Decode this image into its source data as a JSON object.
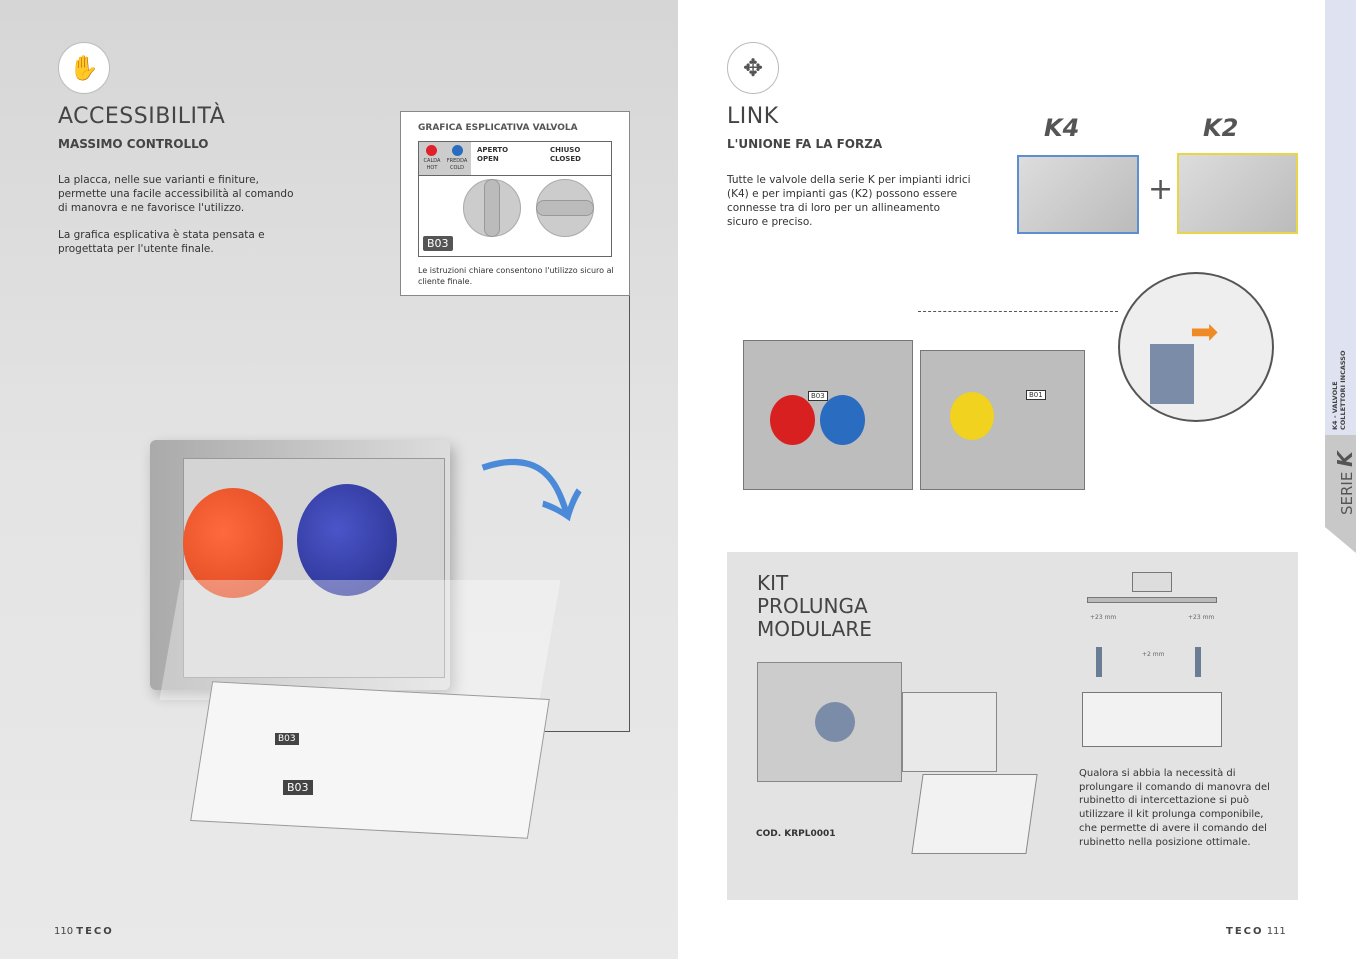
{
  "left": {
    "icon": "hand-touch-icon",
    "title": "ACCESSIBILITÀ",
    "subtitle": "MASSIMO CONTROLLO",
    "para1": "La placca, nelle sue varianti e finiture, permette una facile accessibilità al comando di manovra e ne favorisce l'utilizzo.",
    "para2": "La grafica esplicativa è stata pensata e progettata per l'utente finale.",
    "valve_box": {
      "title": "GRAFICA ESPLICATIVA VALVOLA",
      "hot_it": "CALDA",
      "hot_en": "HOT",
      "cold_it": "FREDDA",
      "cold_en": "COLD",
      "open_it": "APERTO",
      "open_en": "OPEN",
      "closed_it": "CHIUSO",
      "closed_en": "CLOSED",
      "code": "B03",
      "caption": "Le istruzioni chiare consentono l'utilizzo sicuro al cliente finale."
    },
    "illustration_codes": [
      "B03",
      "B03"
    ],
    "page_number": "110",
    "brand": "TECO"
  },
  "right": {
    "icon": "move-arrows-icon",
    "title": "LINK",
    "subtitle": "L'UNIONE FA LA FORZA",
    "para": "Tutte le valvole della serie K per impianti idrici (K4) e per impianti gas (K2) possono essere connesse tra di loro per un allineamento sicuro e preciso.",
    "k4": "K4",
    "k2": "K2",
    "plus": "+",
    "unit_codes": [
      "B03",
      "B01"
    ],
    "kit": {
      "title_lines": [
        "KIT",
        "PROLUNGA",
        "MODULARE"
      ],
      "code": "COD. KRPL0001",
      "dim_left": "+23 mm",
      "dim_right": "+23 mm",
      "dim_center": "+2 mm",
      "para": "Qualora si abbia la necessità di prolungare il comando di manovra del rubinetto di intercettazione si può utilizzare il kit prolunga componibile, che permette di avere il comando del rubinetto nella posizione ottimale."
    },
    "page_number": "111",
    "brand": "TECO"
  },
  "side_tab": {
    "section": "K4 - VALVOLE",
    "section2": "COLLETTORI INCASSO",
    "serie": "SERIE",
    "serie_letter": "K"
  },
  "colors": {
    "hot": "#e0202a",
    "cold": "#2a6cc0",
    "gas": "#f1d21e",
    "k4_border": "#5b8fcf",
    "k2_border": "#e8d64a",
    "arrow": "#f08a24"
  }
}
